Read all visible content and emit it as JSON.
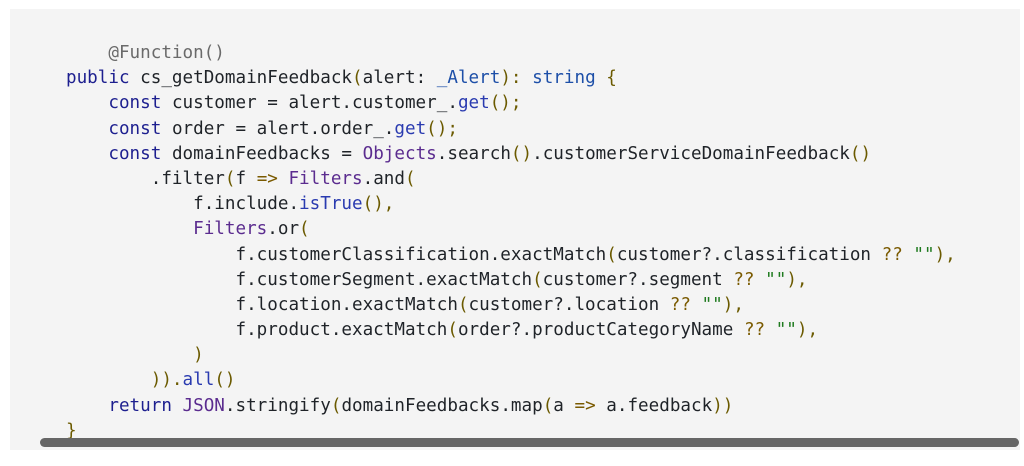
{
  "code_block": {
    "language": "typescript",
    "lines": [
      [
        [
          "    ",
          "plain"
        ],
        [
          "@Function()",
          "dec"
        ]
      ],
      [
        [
          "public ",
          "kw"
        ],
        [
          "cs_getDomainFeedback",
          "fn"
        ],
        [
          "(",
          "paren"
        ],
        [
          "alert: ",
          "plain"
        ],
        [
          "_Alert",
          "type"
        ],
        [
          "): ",
          "paren"
        ],
        [
          "string ",
          "type"
        ],
        [
          "{",
          "paren"
        ]
      ],
      [
        [
          "    ",
          "plain"
        ],
        [
          "const ",
          "kw"
        ],
        [
          "customer = alert.customer_.",
          "plain"
        ],
        [
          "get",
          "method"
        ],
        [
          "();",
          "paren"
        ]
      ],
      [
        [
          "    ",
          "plain"
        ],
        [
          "const ",
          "kw"
        ],
        [
          "order = alert.order_.",
          "plain"
        ],
        [
          "get",
          "method"
        ],
        [
          "();",
          "paren"
        ]
      ],
      [
        [
          "    ",
          "plain"
        ],
        [
          "const ",
          "kw"
        ],
        [
          "domainFeedbacks = ",
          "plain"
        ],
        [
          "Objects",
          "obj"
        ],
        [
          ".search",
          "plain"
        ],
        [
          "()",
          "paren"
        ],
        [
          ".customerServiceDomainFeedback",
          "plain"
        ],
        [
          "()",
          "paren"
        ]
      ],
      [
        [
          "        ",
          "plain"
        ],
        [
          ".filter",
          "plain"
        ],
        [
          "(",
          "paren"
        ],
        [
          "f ",
          "plain"
        ],
        [
          "=>",
          "op"
        ],
        [
          " ",
          "plain"
        ],
        [
          "Filters",
          "obj"
        ],
        [
          ".and",
          "plain"
        ],
        [
          "(",
          "paren"
        ]
      ],
      [
        [
          "            ",
          "plain"
        ],
        [
          "f.include.",
          "plain"
        ],
        [
          "isTrue",
          "method"
        ],
        [
          "(),",
          "paren"
        ]
      ],
      [
        [
          "            ",
          "plain"
        ],
        [
          "Filters",
          "obj"
        ],
        [
          ".or",
          "plain"
        ],
        [
          "(",
          "paren"
        ]
      ],
      [
        [
          "                ",
          "plain"
        ],
        [
          "f.customerClassification.exactMatch",
          "plain"
        ],
        [
          "(",
          "paren"
        ],
        [
          "customer?.classification ",
          "plain"
        ],
        [
          "??",
          "op"
        ],
        [
          " ",
          "plain"
        ],
        [
          "\"\"",
          "str"
        ],
        [
          "),",
          "paren"
        ]
      ],
      [
        [
          "                ",
          "plain"
        ],
        [
          "f.customerSegment.exactMatch",
          "plain"
        ],
        [
          "(",
          "paren"
        ],
        [
          "customer?.segment ",
          "plain"
        ],
        [
          "??",
          "op"
        ],
        [
          " ",
          "plain"
        ],
        [
          "\"\"",
          "str"
        ],
        [
          "),",
          "paren"
        ]
      ],
      [
        [
          "                ",
          "plain"
        ],
        [
          "f.location.exactMatch",
          "plain"
        ],
        [
          "(",
          "paren"
        ],
        [
          "customer?.location ",
          "plain"
        ],
        [
          "??",
          "op"
        ],
        [
          " ",
          "plain"
        ],
        [
          "\"\"",
          "str"
        ],
        [
          "),",
          "paren"
        ]
      ],
      [
        [
          "                ",
          "plain"
        ],
        [
          "f.product.exactMatch",
          "plain"
        ],
        [
          "(",
          "paren"
        ],
        [
          "order?.productCategoryName ",
          "plain"
        ],
        [
          "??",
          "op"
        ],
        [
          " ",
          "plain"
        ],
        [
          "\"\"",
          "str"
        ],
        [
          "),",
          "paren"
        ]
      ],
      [
        [
          "            ",
          "plain"
        ],
        [
          ")",
          "paren"
        ]
      ],
      [
        [
          "        ",
          "plain"
        ],
        [
          ")).",
          "paren"
        ],
        [
          "all",
          "method"
        ],
        [
          "()",
          "paren"
        ]
      ],
      [
        [
          "    ",
          "plain"
        ],
        [
          "return ",
          "kw"
        ],
        [
          "JSON",
          "obj"
        ],
        [
          ".stringify",
          "plain"
        ],
        [
          "(",
          "paren"
        ],
        [
          "domainFeedbacks.map",
          "plain"
        ],
        [
          "(",
          "paren"
        ],
        [
          "a ",
          "plain"
        ],
        [
          "=>",
          "op"
        ],
        [
          " a.feedback",
          "plain"
        ],
        [
          "))",
          "paren"
        ]
      ],
      [
        [
          "}",
          "paren"
        ]
      ]
    ]
  },
  "colors": {
    "background": "#f4f4f4",
    "scrollbar_thumb": "#666666"
  }
}
